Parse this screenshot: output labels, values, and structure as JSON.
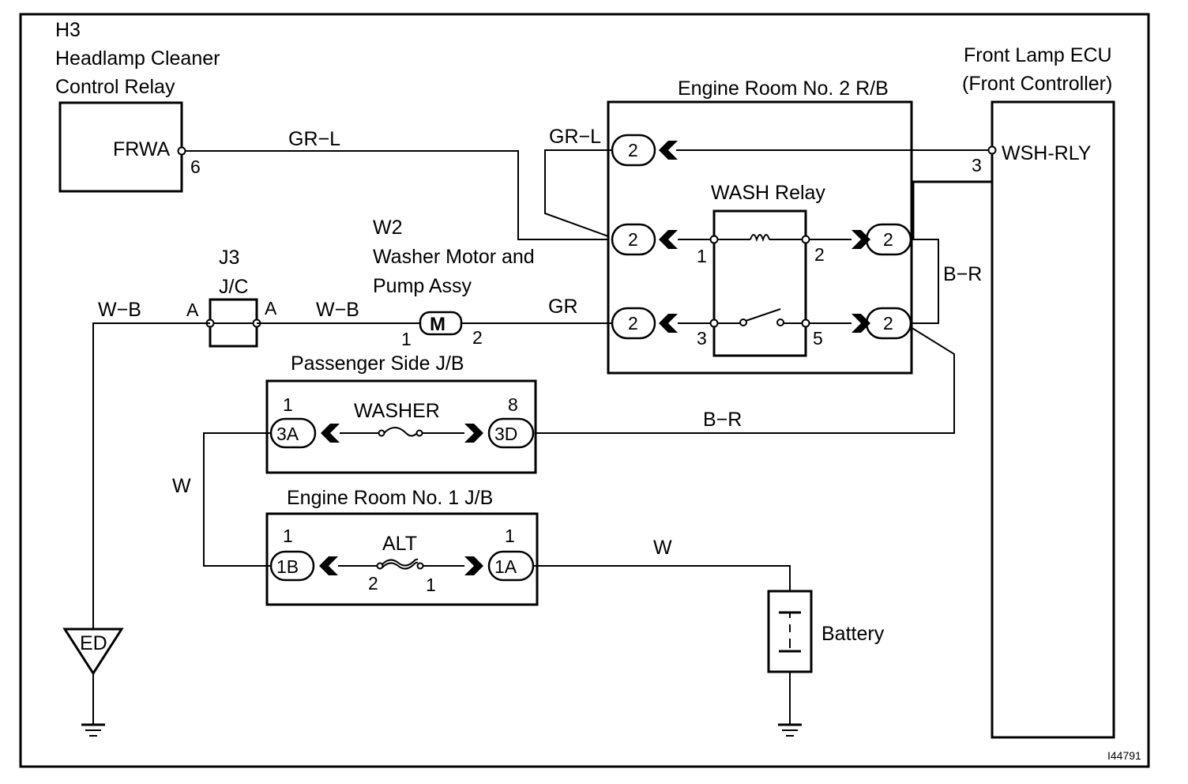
{
  "components": {
    "h3": {
      "id": "H3",
      "name_line1": "Headlamp Cleaner",
      "name_line2": "Control Relay",
      "terminal": "FRWA",
      "pin": "6"
    },
    "ecu": {
      "name_line1": "Front Lamp ECU",
      "name_line2": "(Front Controller)",
      "terminal": "WSH-RLY",
      "pin": "3"
    },
    "rb2": {
      "name": "Engine Room No. 2 R/B",
      "relay_name": "WASH Relay",
      "connectors": [
        "2",
        "2",
        "2",
        "2",
        "2"
      ],
      "relay_pins": [
        "1",
        "2",
        "3",
        "5"
      ]
    },
    "w2": {
      "id": "W2",
      "name_line1": "Washer Motor and",
      "name_line2": "Pump Assy",
      "symbol": "M",
      "pin1": "1",
      "pin2": "2"
    },
    "j3": {
      "id": "J3",
      "name": "J/C",
      "pin_left": "A",
      "pin_right": "A"
    },
    "psjb": {
      "name": "Passenger Side J/B",
      "fuse": "WASHER",
      "left_connector": "3A",
      "left_pin": "1",
      "right_connector": "3D",
      "right_pin": "8"
    },
    "erjb1": {
      "name": "Engine Room No. 1 J/B",
      "fuse": "ALT",
      "left_connector": "1B",
      "left_pin": "1",
      "right_connector": "1A",
      "right_pin": "1",
      "fuse_pin_left": "2",
      "fuse_pin_right": "1"
    },
    "battery": {
      "name": "Battery"
    },
    "ground": {
      "label": "ED"
    }
  },
  "wires": {
    "gr_l_top": "GR−L",
    "gr_l_side": "GR−L",
    "w_b_left": "W−B",
    "w_b_mid": "W−B",
    "gr": "GR",
    "b_r_right": "B−R",
    "b_r_mid": "B−R",
    "w_left": "W",
    "w_battery": "W"
  },
  "figure_id": "I44791"
}
